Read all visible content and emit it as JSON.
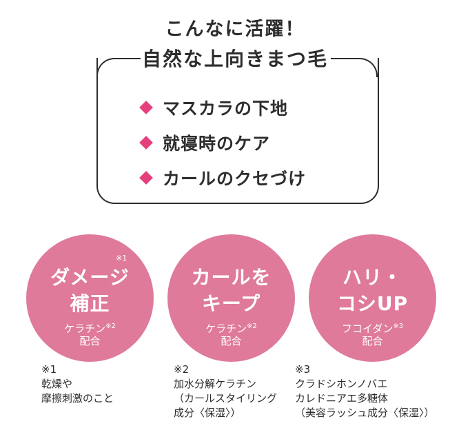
{
  "headline": {
    "line1": "こんなに活躍！",
    "line2": "自然な上向きまつ毛"
  },
  "uses": [
    "マスカラの下地",
    "就寝時のケア",
    "カールのクセづけ"
  ],
  "features": [
    {
      "title_line1": "ダメージ",
      "title_line2": "補正",
      "mark": "※1",
      "ingredient": "ケラチン",
      "ingredient_mark": "※2",
      "blend": "配合"
    },
    {
      "title_line1": "カールを",
      "title_line2": "キープ",
      "ingredient": "ケラチン",
      "ingredient_mark": "※2",
      "blend": "配合"
    },
    {
      "title_line1": "ハリ・",
      "title_line2": "コシUP",
      "ingredient": "フコイダン",
      "ingredient_mark": "※3",
      "blend": "配合"
    }
  ],
  "notes": [
    {
      "mark": "※1",
      "lines": [
        "乾燥や",
        "摩擦刺激のこと"
      ]
    },
    {
      "mark": "※2",
      "lines": [
        "加水分解ケラチン",
        "（カールスタイリング",
        "成分〈保湿〉）"
      ]
    },
    {
      "mark": "※3",
      "lines": [
        "クラドシホンノバエ",
        "カレドニアエ多糖体",
        "（美容ラッシュ成分〈保湿〉）"
      ]
    }
  ],
  "colors": {
    "accent_pink": "#e5407b",
    "circle_pink": "#df7a9a",
    "text": "#2d2d2d"
  }
}
